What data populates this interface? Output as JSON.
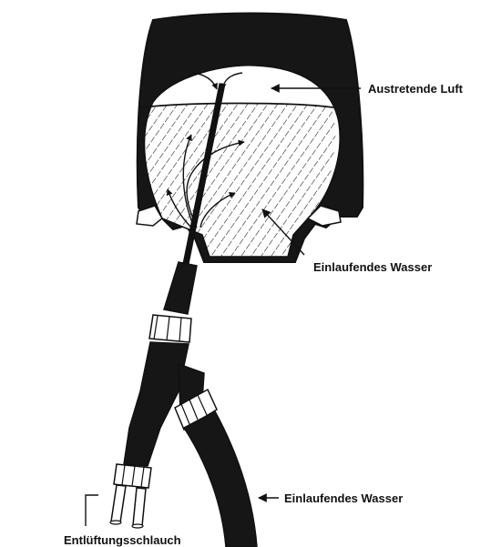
{
  "labels": {
    "air_out": "Austretende Luft",
    "water_in_tire": "Einlaufendes Wasser",
    "water_in_hose": "Einlaufendes Wasser",
    "vent_hose": "Entlüftungsschlauch"
  },
  "colors": {
    "ink": "#111111",
    "rubber": "#161616",
    "paper": "#ffffff"
  }
}
